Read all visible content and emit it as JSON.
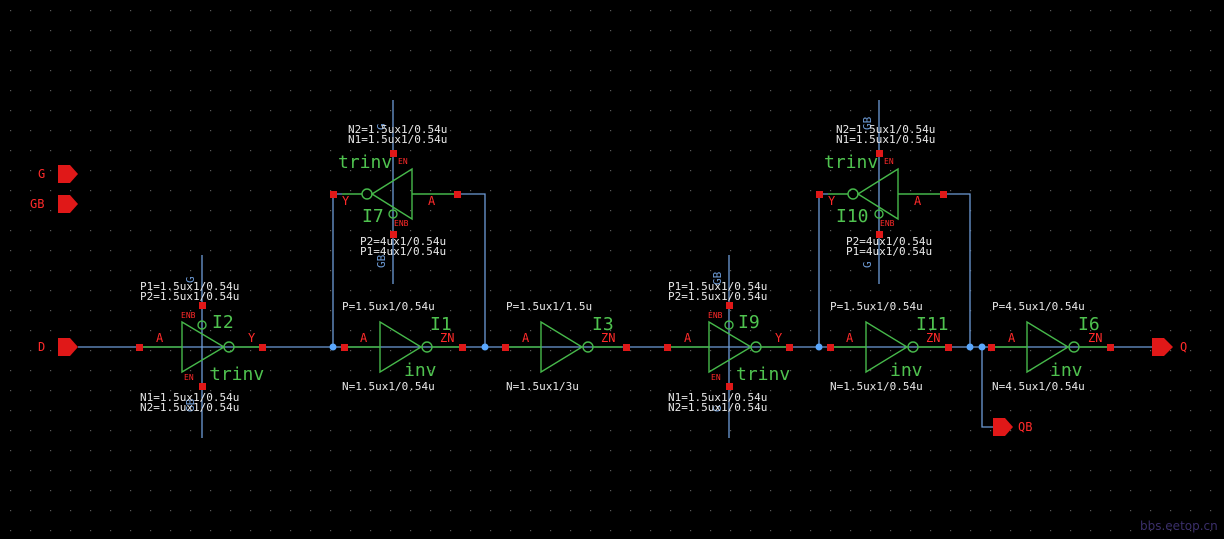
{
  "ports": [
    {
      "name": "G"
    },
    {
      "name": "GB"
    },
    {
      "name": "D"
    },
    {
      "name": "Q"
    },
    {
      "name": "QB"
    }
  ],
  "instances": [
    {
      "id": "I2",
      "cell": "trinv",
      "pinA": "A",
      "pinY": "Y",
      "en": "EN",
      "enb": "ENB",
      "ctl_top": "G",
      "ctl_bot": "GB",
      "p1": "P1=1.5ux1/0.54u",
      "p2": "P2=1.5ux1/0.54u",
      "n1": "N1=1.5ux1/0.54u",
      "n2": "N2=1.5ux1/0.54u"
    },
    {
      "id": "I7",
      "cell": "trinv",
      "pinA": "A",
      "pinY": "Y",
      "en": "EN",
      "enb": "ENB",
      "ctl_top": "G",
      "ctl_bot": "GB",
      "n2": "N2=1.5ux1/0.54u",
      "n1": "N1=1.5ux1/0.54u",
      "p2": "P2=4ux1/0.54u",
      "p1": "P1=4ux1/0.54u"
    },
    {
      "id": "I1",
      "cell": "inv",
      "pinA": "A",
      "pinZN": "ZN",
      "p": "P=1.5ux1/0.54u",
      "n": "N=1.5ux1/0.54u"
    },
    {
      "id": "I3",
      "cell": "inv",
      "pinA": "A",
      "pinZN": "ZN",
      "p": "P=1.5ux1/1.5u",
      "n": "N=1.5ux1/3u"
    },
    {
      "id": "I9",
      "cell": "trinv",
      "pinA": "A",
      "pinY": "Y",
      "en": "EN",
      "enb": "ENB",
      "ctl_top": "GB",
      "ctl_bot": "G",
      "p1": "P1=1.5ux1/0.54u",
      "p2": "P2=1.5ux1/0.54u",
      "n1": "N1=1.5ux1/0.54u",
      "n2": "N2=1.5ux1/0.54u"
    },
    {
      "id": "I10",
      "cell": "trinv",
      "pinA": "A",
      "pinY": "Y",
      "en": "EN",
      "enb": "ENB",
      "ctl_top": "GB",
      "ctl_bot": "G",
      "n2": "N2=1.5ux1/0.54u",
      "n1": "N1=1.5ux1/0.54u",
      "p2": "P2=4ux1/0.54u",
      "p1": "P1=4ux1/0.54u"
    },
    {
      "id": "I11",
      "cell": "inv",
      "pinA": "A",
      "pinZN": "ZN",
      "p": "P=1.5ux1/0.54u",
      "n": "N=1.5ux1/0.54u"
    },
    {
      "id": "I6",
      "cell": "inv",
      "pinA": "A",
      "pinZN": "ZN",
      "p": "P=4.5ux1/0.54u",
      "n": "N=4.5ux1/0.54u"
    }
  ],
  "watermark": "bbs.eetop.cn",
  "colors": {
    "background": "#000000",
    "wire": "#6d9bd6",
    "symbol": "#46b84a",
    "pin": "#e01818",
    "label": "#e6e6e6",
    "connection_dot": "#5aa8ff"
  }
}
